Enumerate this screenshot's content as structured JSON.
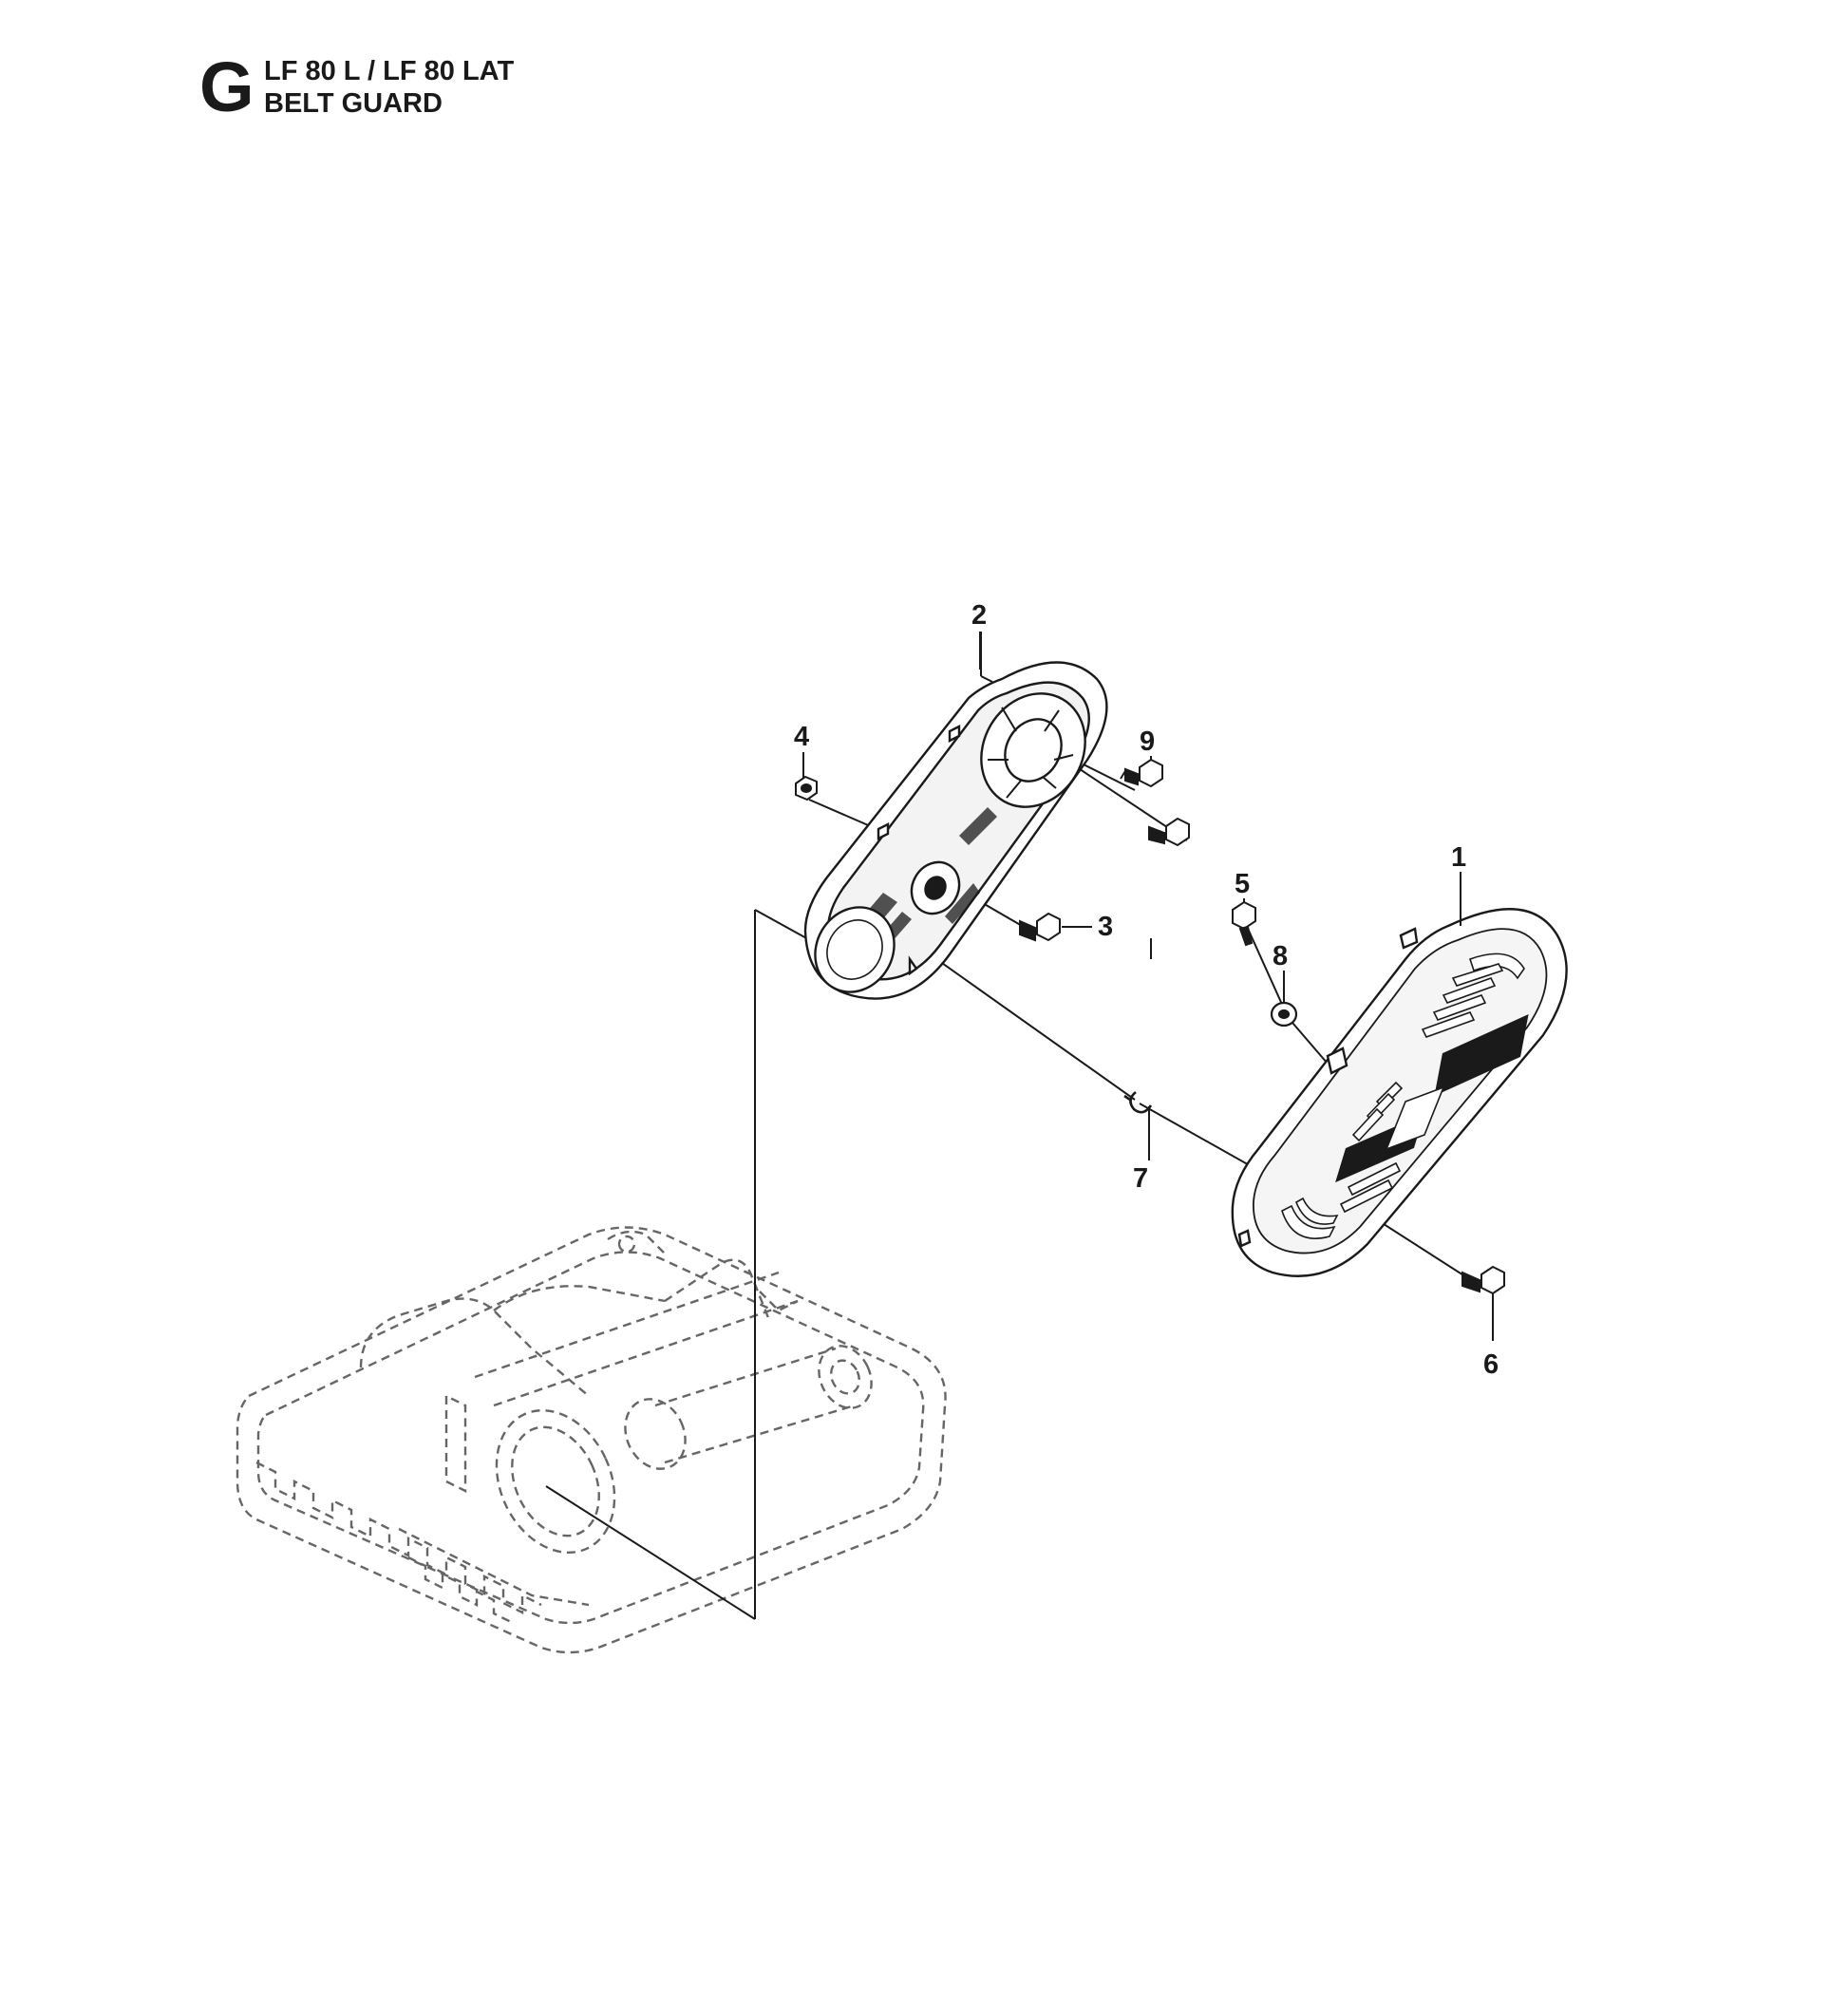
{
  "header": {
    "section_letter": "G",
    "model": "LF 80 L / LF 80 LAT",
    "title": "BELT GUARD"
  },
  "callouts": {
    "c1": "1",
    "c2": "2",
    "c3": "3",
    "c4": "4",
    "c5": "5",
    "c6": "6",
    "c7": "7",
    "c8": "8",
    "c9": "9"
  },
  "colors": {
    "ink": "#1a1a1a",
    "part_fill": "#ffffff",
    "dashed": "#666666"
  }
}
